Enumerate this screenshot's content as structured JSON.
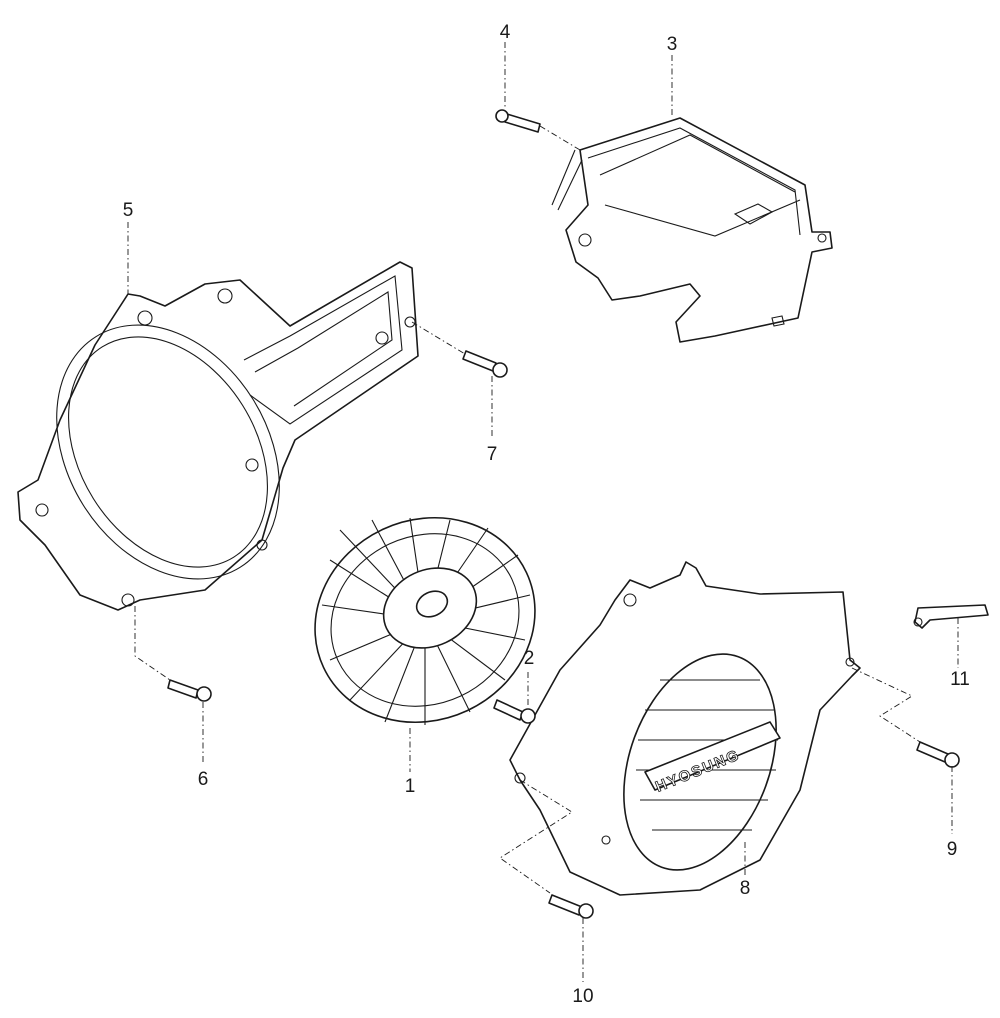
{
  "diagram": {
    "callouts": [
      "1",
      "2",
      "3",
      "4",
      "5",
      "6",
      "7",
      "8",
      "9",
      "10",
      "11"
    ],
    "logo_text": "HYOSUNG"
  }
}
